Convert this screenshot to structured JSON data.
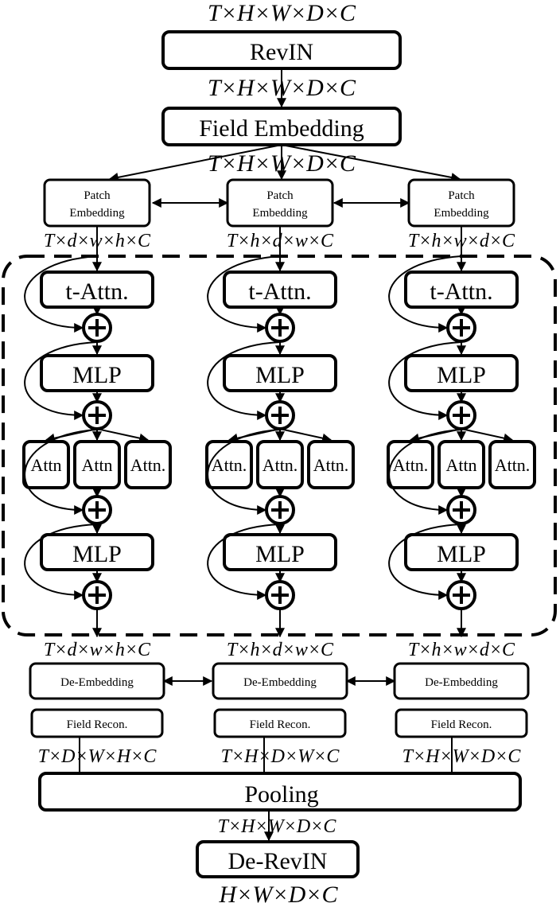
{
  "top": {
    "shape_in": "T×H×W×D×C",
    "revin": "RevIN",
    "shape_after_revin": "T×H×W×D×C",
    "field_embedding": "Field Embedding",
    "shape_after_field": "T×H×W×D×C"
  },
  "branches": [
    {
      "patch_line1": "Patch",
      "patch_line2": "Embedding",
      "shape_in": "T×d×w×h×C",
      "t_attn": "t-Attn.",
      "mlp1": "MLP",
      "attns": [
        "Attn",
        "Attn",
        "Attn."
      ],
      "mlp2": "MLP",
      "shape_out": "T×d×w×h×C",
      "de_embedding": "De-Embedding",
      "field_recon": "Field Recon.",
      "shape_recon": "T×D×W×H×C"
    },
    {
      "patch_line1": "Patch",
      "patch_line2": "Embedding",
      "shape_in": "T×h×d×w×C",
      "t_attn": "t-Attn.",
      "mlp1": "MLP",
      "attns": [
        "Attn.",
        "Attn.",
        "Attn."
      ],
      "mlp2": "MLP",
      "shape_out": "T×h×d×w×C",
      "de_embedding": "De-Embedding",
      "field_recon": "Field Recon.",
      "shape_recon": "T×H×D×W×C"
    },
    {
      "patch_line1": "Patch",
      "patch_line2": "Embedding",
      "shape_in": "T×h×w×d×C",
      "t_attn": "t-Attn.",
      "mlp1": "MLP",
      "attns": [
        "Attn.",
        "Attn",
        "Attn."
      ],
      "mlp2": "MLP",
      "shape_out": "T×h×w×d×C",
      "de_embedding": "De-Embedding",
      "field_recon": "Field Recon.",
      "shape_recon": "T×H×W×D×C"
    }
  ],
  "bottom": {
    "pooling": "Pooling",
    "shape_after_pooling": "T×H×W×D×C",
    "de_revin": "De-RevIN",
    "shape_final": "H×W×D×C"
  }
}
